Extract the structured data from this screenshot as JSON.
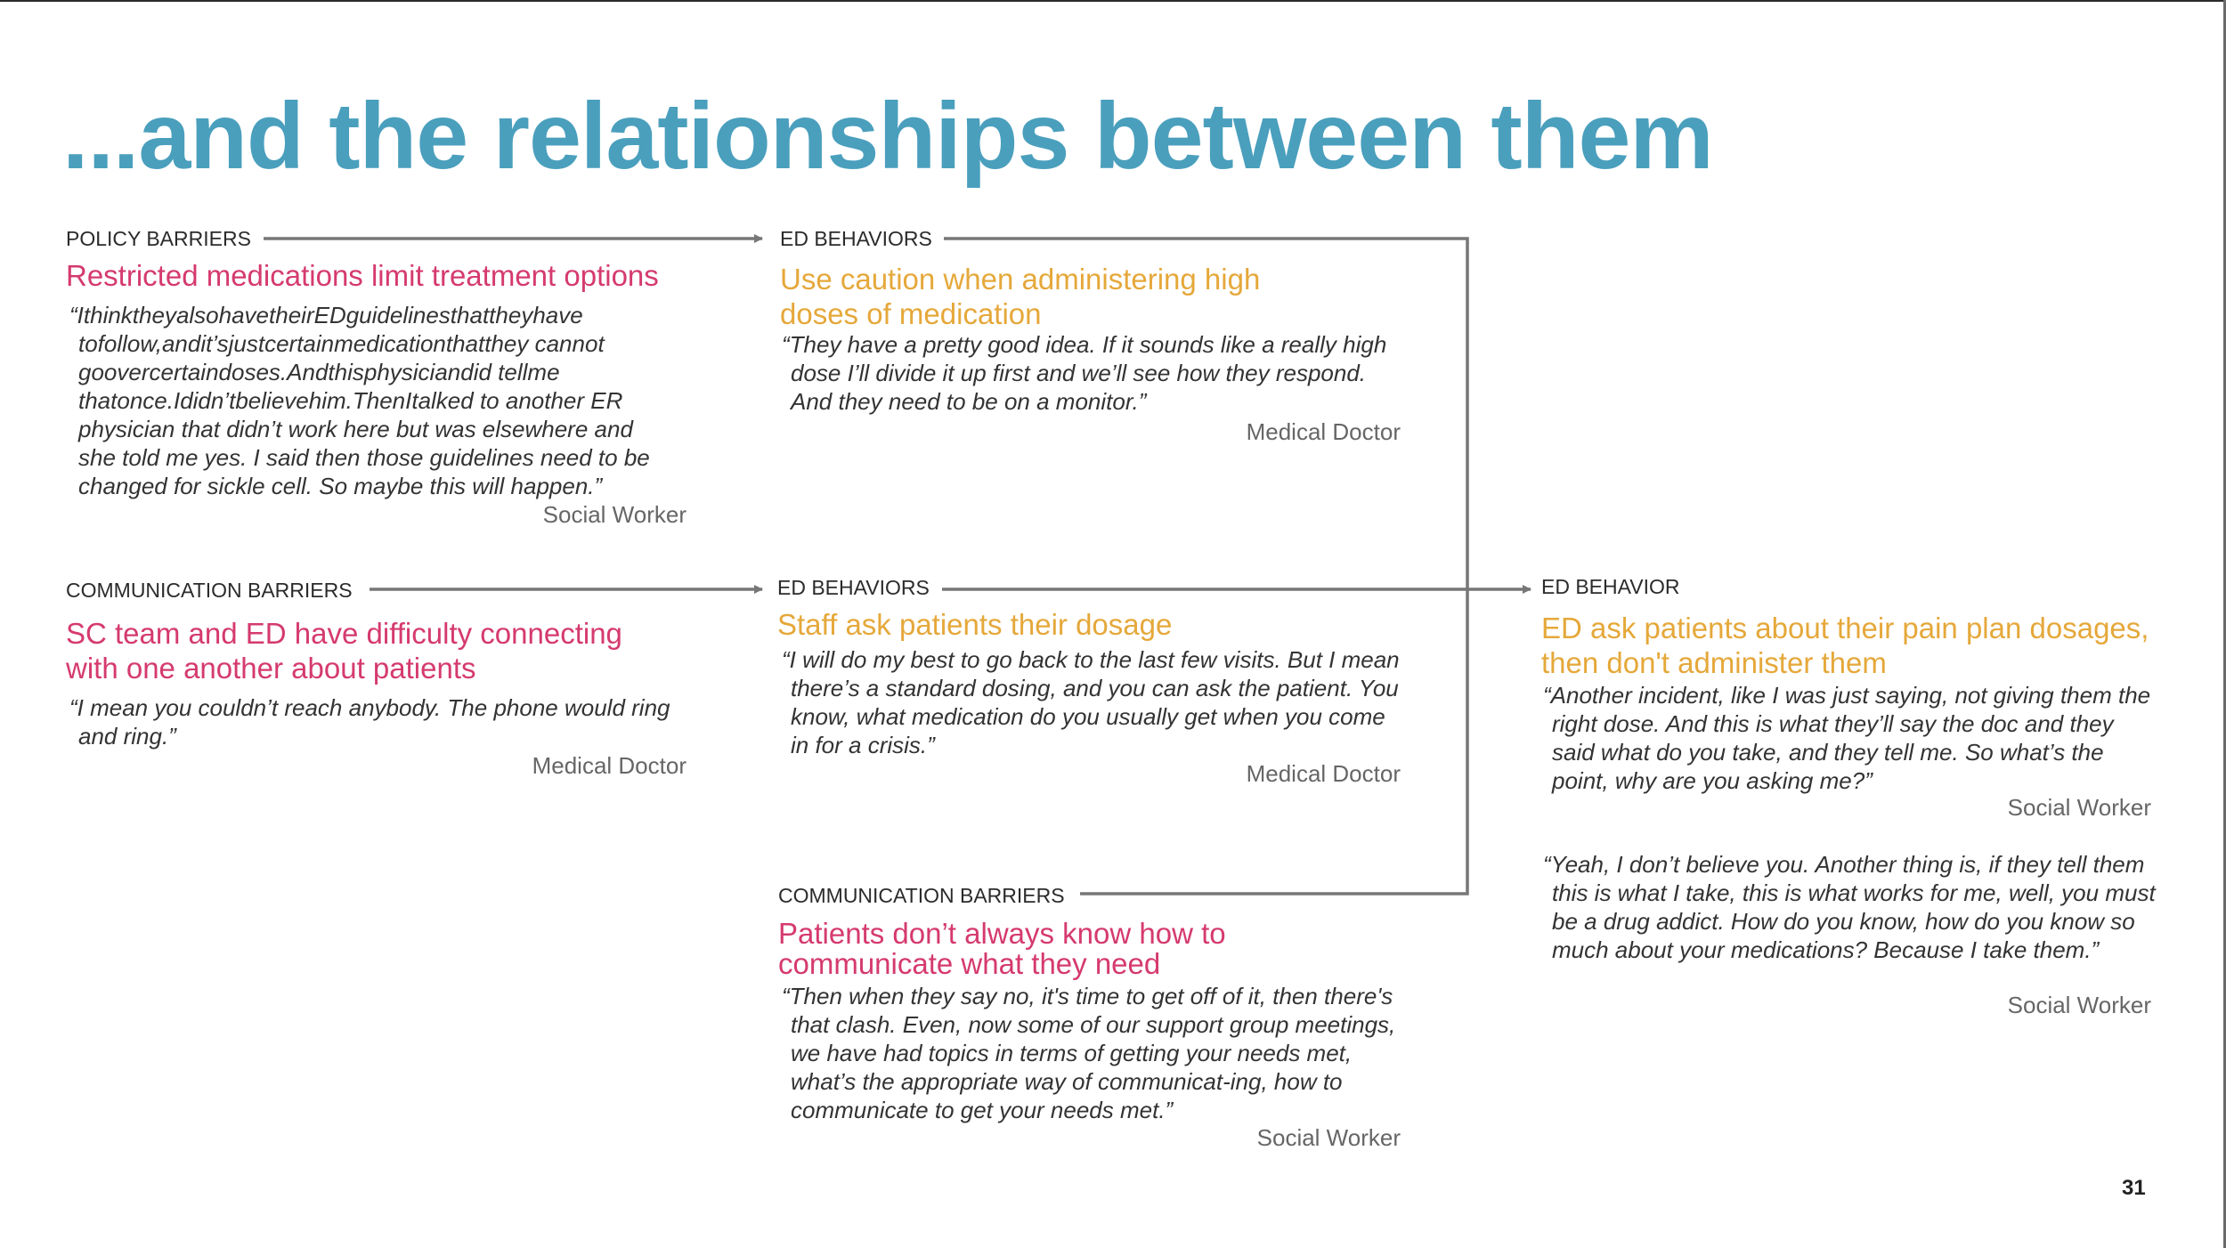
{
  "page": {
    "title": "...and the relationships between them",
    "page_number": "31"
  },
  "blocks": {
    "policy": {
      "header": "POLICY BARRIERS",
      "heading": "Restricted medications limit treatment options",
      "quote": "“IthinktheyalsohavetheirEDguidelinesthattheyhave tofollow,andit’sjustcertainmedicationthatthey cannot goovercertaindoses.Andthisphysiciandid tellme thatonce.Ididn’tbelievehim.ThenItalked to another ER physician that didn’t work here but was elsewhere and she told me yes. I said then those guidelines need to be changed for sickle cell. So maybe this will happen.”",
      "attribution": "Social Worker"
    },
    "comm1": {
      "header": "COMMUNICATION BARRIERS",
      "heading": "SC team and ED have difficulty connecting with one another about patients",
      "quote": "“I mean you couldn’t reach anybody. The phone would ring and ring.”",
      "attribution": "Medical Doctor"
    },
    "ed1": {
      "header": "ED BEHAVIORS",
      "heading": "Use caution when administering high doses of medication",
      "quote": "“They have a pretty good idea. If it sounds like a really high dose I’ll divide it up first and we’ll see how they respond. And they need to be on a monitor.”",
      "attribution": "Medical Doctor"
    },
    "ed2": {
      "header": "ED BEHAVIORS",
      "heading": "Staff ask patients their dosage",
      "quote": "“I will do my best to go back to the last few visits. But I mean there’s a standard dosing, and you can ask the patient. You know, what medication do you usually get when you come in for a crisis.”",
      "attribution": "Medical Doctor"
    },
    "comm2": {
      "header": "COMMUNICATION BARRIERS",
      "heading": "Patients don’t always know how to communicate what they need",
      "quote": "“Then when they say no, it's time to get off of it, then there's that clash. Even, now some of our support group meetings, we have had topics in terms of getting your needs met, what’s the appropriate way of communicat-ing, how to communicate to get your needs met.”",
      "attribution": "Social Worker"
    },
    "ed3": {
      "header": "ED BEHAVIOR",
      "heading": "ED ask patients about their pain plan dosages, then don't administer them",
      "quote1": "“Another incident, like I was just saying, not giving them the right dose. And this is what they’ll say the doc and they said what do you take, and they tell me. So what’s the point, why are you asking me?”",
      "attribution1": "Social Worker",
      "quote2": "“Yeah, I don’t believe you. Another thing is, if they tell them this is what I take, this is what works for me, well, you must be a drug addict. How do you know, how do you know so much about your medications? Because I take them.”",
      "attribution2": "Social Worker"
    }
  },
  "colors": {
    "title": "#4a9fbd",
    "barrier_heading": "#d53a6f",
    "behavior_heading": "#e5a83a",
    "connector": "#777777"
  }
}
